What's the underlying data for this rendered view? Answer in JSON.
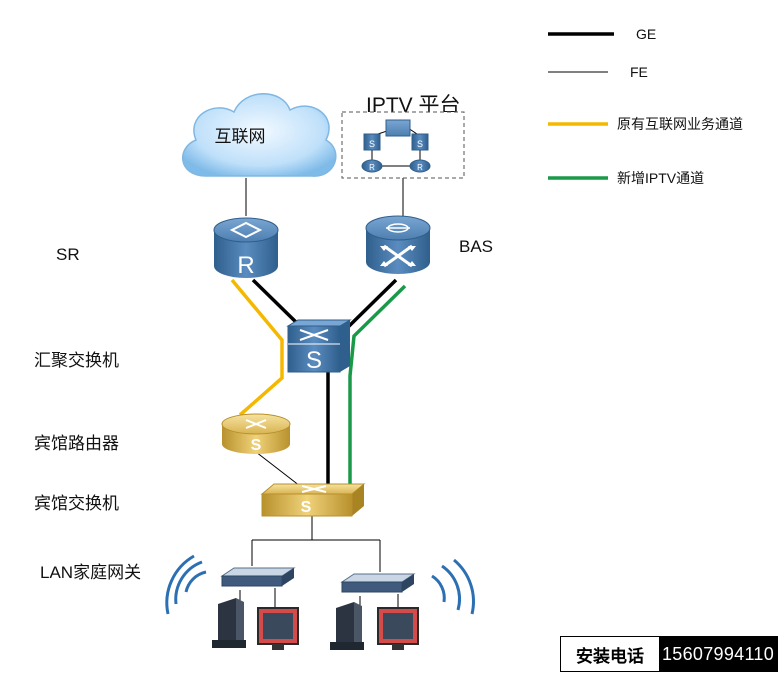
{
  "legend": {
    "ge": "GE",
    "fe": "FE",
    "original_internet_path": "原有互联网业务通道",
    "new_iptv_path": "新增IPTV通道"
  },
  "colors": {
    "ge_line": "#000000",
    "fe_line": "#000000",
    "internet_path": "#f5b800",
    "iptv_path": "#1a9a48",
    "router_blue": "#3d6d9a",
    "gold_device": "#d9b64a",
    "cloud_blue": "#8ec6f0"
  },
  "nodes": {
    "internet": "互联网",
    "iptv_platform": "IPTV 平台",
    "sr_router_glyph": "R",
    "switch_glyph": "S",
    "hotel_router_glyph": "S",
    "hotel_switch_glyph": "S",
    "platform_r1": "R",
    "platform_r2": "R",
    "platform_s1": "S",
    "platform_s2": "S"
  },
  "labels": {
    "sr": "SR",
    "bas": "BAS",
    "aggregation_switch": "汇聚交换机",
    "hotel_router": "宾馆路由器",
    "hotel_switch": "宾馆交换机",
    "lan_gateway": "LAN家庭网关"
  },
  "contact": {
    "label": "安装电话",
    "phone": "15607994110"
  }
}
